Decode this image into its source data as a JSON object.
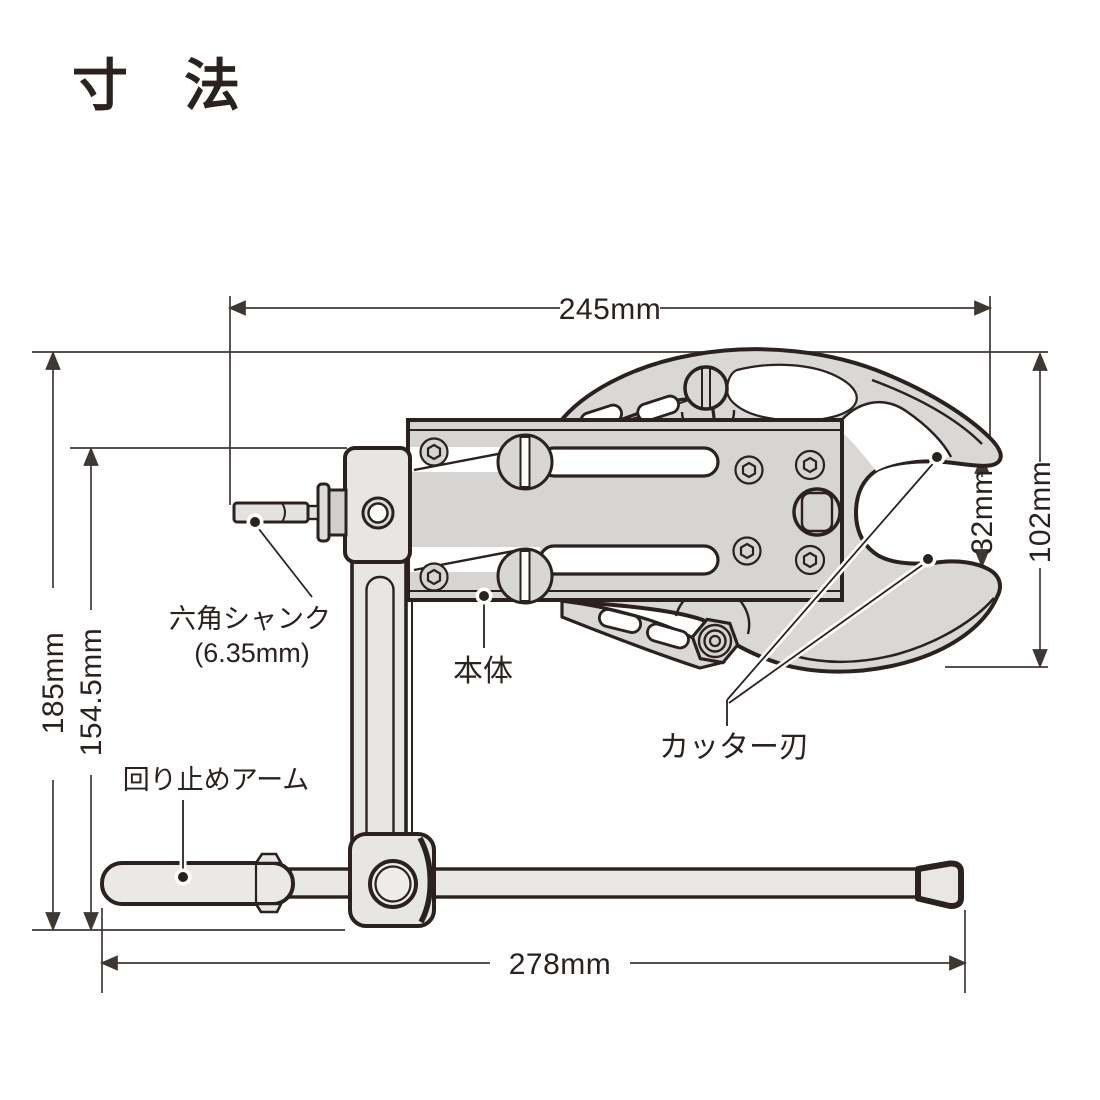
{
  "title": "寸　法",
  "dimensions": {
    "overall_width": "245mm",
    "overall_height": "185mm",
    "arm_height": "154.5mm",
    "head_height": "102mm",
    "jaw_opening": "32mm",
    "arm_length": "278mm"
  },
  "labels": {
    "hex_shank": "六角シャンク",
    "hex_shank_size": "(6.35mm)",
    "body": "本体",
    "cutter_blade": "カッター刃",
    "anti_rotation_arm": "回り止めアーム"
  },
  "colors": {
    "outline": "#2b211f",
    "dimension_line": "#3f3733",
    "fill_body_plate": "#d6d5d3",
    "fill_blade": "#d9d8d6",
    "fill_arm": "#e7e6e4",
    "background": "#ffffff"
  }
}
